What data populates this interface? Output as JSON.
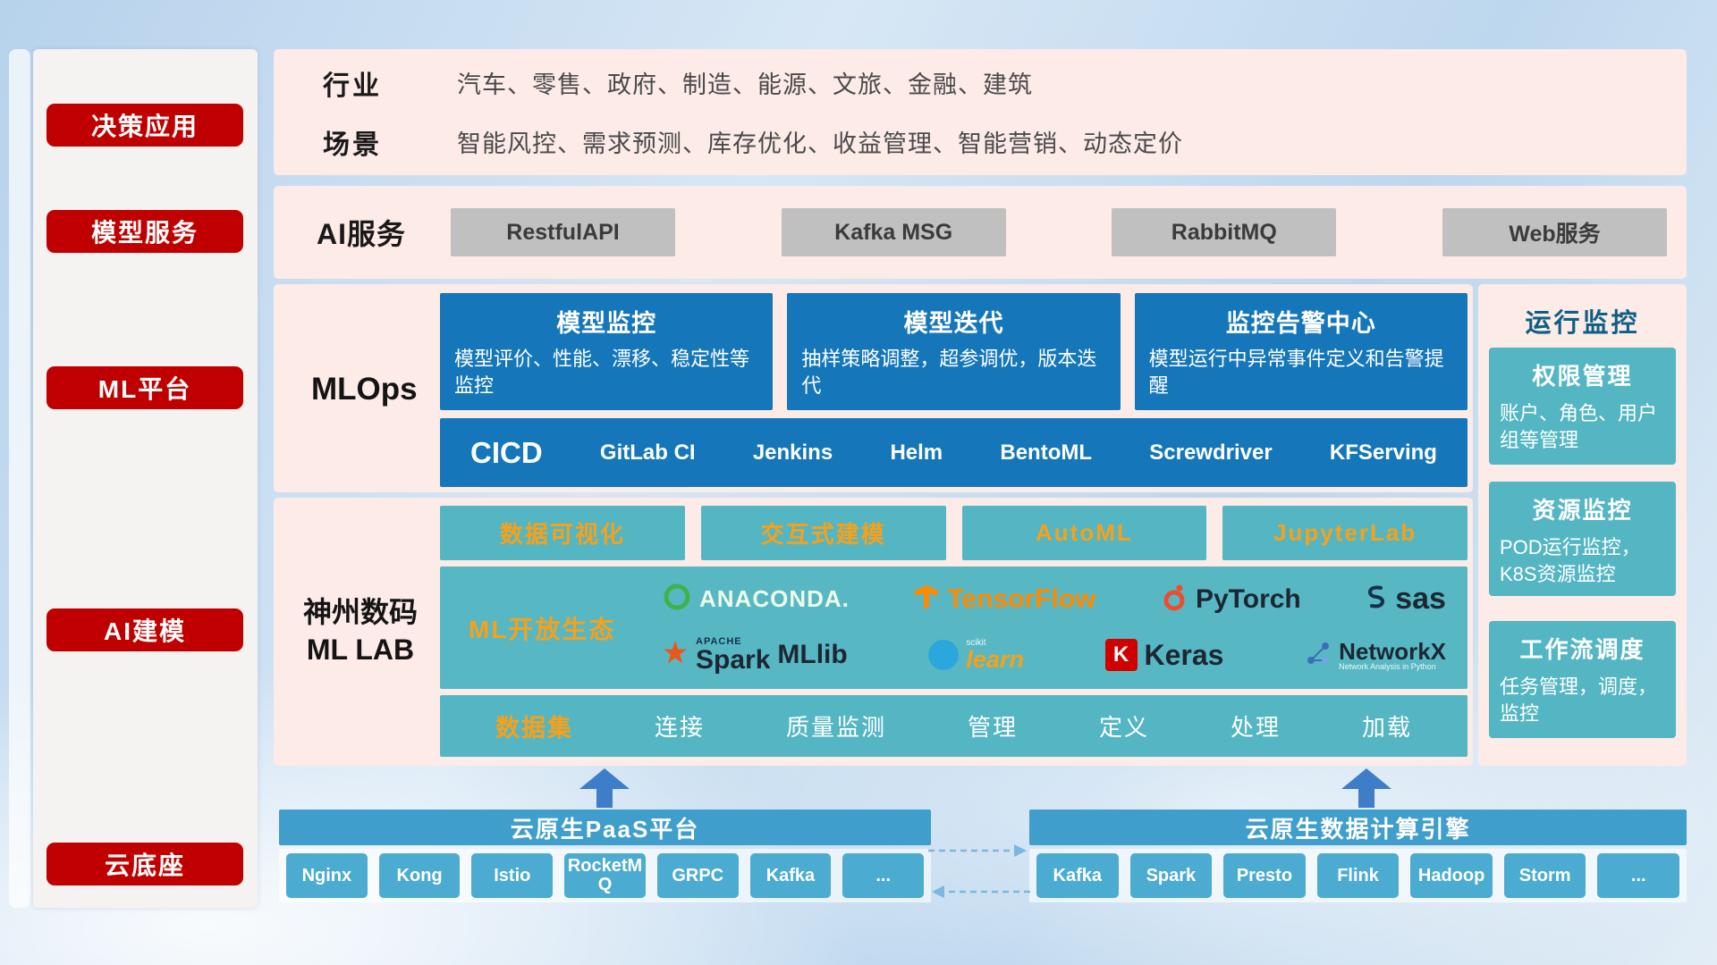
{
  "colors": {
    "accent_red": "#c00000",
    "panel_pink": "#fcebe7",
    "card_blue": "#1577ba",
    "teal": "#54b6c3",
    "orange": "#f7a11a",
    "bar_blue": "#3f9ecb",
    "chip_blue": "#4cabd0"
  },
  "sidebar": {
    "items": [
      {
        "label": "决策应用"
      },
      {
        "label": "模型服务"
      },
      {
        "label": "ML平台"
      },
      {
        "label": "AI建模"
      },
      {
        "label": "云底座"
      }
    ]
  },
  "industry_row": {
    "industry_label": "行业",
    "industries": "汽车、零售、政府、制造、能源、文旅、金融、建筑",
    "scene_label": "场景",
    "scenes": "智能风控、需求预测、库存优化、收益管理、智能营销、动态定价"
  },
  "ai_service_row": {
    "label": "AI服务",
    "buttons": [
      "RestfulAPI",
      "Kafka MSG",
      "RabbitMQ",
      "Web服务"
    ]
  },
  "mlops": {
    "label": "MLOps",
    "cards": [
      {
        "title": "模型监控",
        "desc": "模型评价、性能、漂移、稳定性等监控"
      },
      {
        "title": "模型迭代",
        "desc": "抽样策略调整，超参调优，版本迭代"
      },
      {
        "title": "监控告警中心",
        "desc": "模型运行中异常事件定义和告警提醒"
      }
    ],
    "cicd": {
      "label": "CICD",
      "items": [
        "GitLab CI",
        "Jenkins",
        "Helm",
        "BentoML",
        "Screwdriver",
        "KFServing"
      ]
    }
  },
  "mllab": {
    "label_line1": "神州数码",
    "label_line2": "ML LAB",
    "tools": [
      "数据可视化",
      "交互式建模",
      "AutoML",
      "JupyterLab"
    ],
    "ecosystem": {
      "label": "ML开放生态",
      "anaconda": "ANACONDA.",
      "tensorflow": "TensorFlow",
      "pytorch": "PyTorch",
      "sas": "sas",
      "spark_small": "APACHE",
      "spark": "Spark",
      "mllib": "MLlib",
      "sklearn_small": "scikit",
      "sklearn": "learn",
      "keras_k": "K",
      "keras": "Keras",
      "networkx": "NetworkX",
      "networkx_sub": "Network Analysis in Python"
    },
    "dataset": {
      "label": "数据集",
      "items": [
        "连接",
        "质量监测",
        "管理",
        "定义",
        "处理",
        "加载"
      ]
    }
  },
  "monitor": {
    "title": "运行监控",
    "cards": [
      {
        "title": "权限管理",
        "desc": "账户、角色、用户组等管理"
      },
      {
        "title": "资源监控",
        "desc": "POD运行监控，K8S资源监控"
      },
      {
        "title": "工作流调度",
        "desc": "任务管理，调度，监控"
      }
    ]
  },
  "bottom": {
    "paas": {
      "title": "云原生PaaS平台",
      "items": [
        "Nginx",
        "Kong",
        "Istio",
        "RocketMQ",
        "GRPC",
        "Kafka",
        "..."
      ]
    },
    "engine": {
      "title": "云原生数据计算引擎",
      "items": [
        "Kafka",
        "Spark",
        "Presto",
        "Flink",
        "Hadoop",
        "Storm",
        "..."
      ]
    }
  }
}
